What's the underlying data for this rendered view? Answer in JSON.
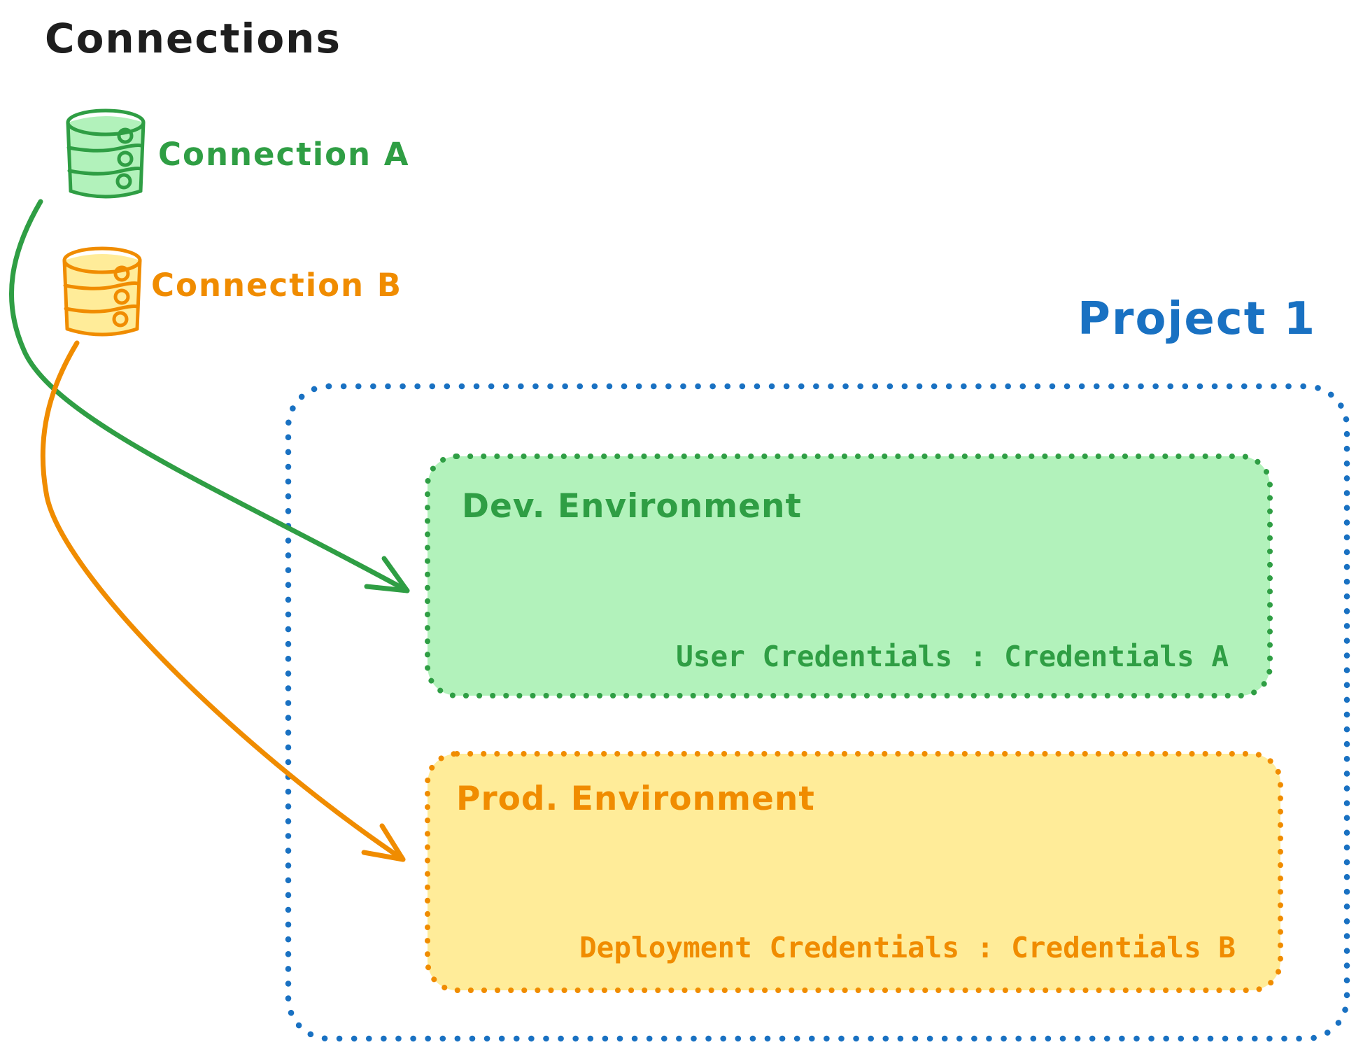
{
  "title": "Connections",
  "colors": {
    "ink": "#1e1e1e",
    "green": "#2f9e44",
    "green_fill": "#b2f2bb",
    "orange": "#f08c00",
    "orange_fill": "#ffec99",
    "blue": "#1971c2"
  },
  "icons": {
    "connection_icon": "database-icon"
  },
  "connections": [
    {
      "label": "Connection A",
      "color": "#2f9e44",
      "icon": "database-icon"
    },
    {
      "label": "Connection B",
      "color": "#f08c00",
      "icon": "database-icon"
    }
  ],
  "project": {
    "title": "Project 1",
    "border_color": "#1971c2",
    "environments": [
      {
        "name": "Dev. Environment",
        "credentials": "User Credentials : Credentials A",
        "color": "#2f9e44",
        "fill": "#b2f2bb"
      },
      {
        "name": "Prod. Environment",
        "credentials": "Deployment Credentials : Credentials B",
        "color": "#f08c00",
        "fill": "#ffec99"
      }
    ]
  }
}
